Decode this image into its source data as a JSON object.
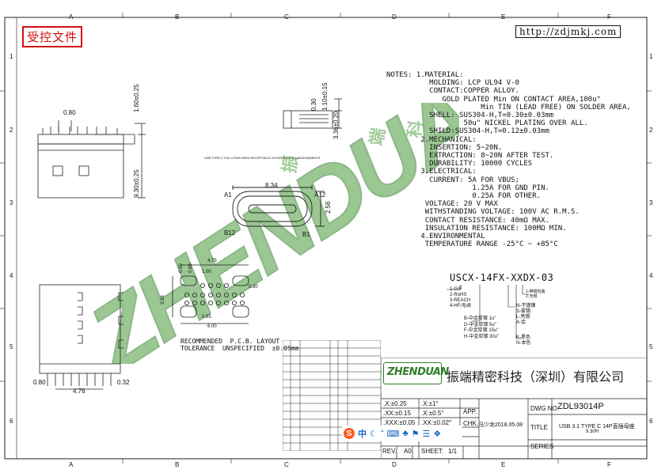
{
  "stamp": "受控文件",
  "url": "http://zdjmkj.com",
  "grid": {
    "cols": [
      "A",
      "B",
      "C",
      "D",
      "E",
      "F"
    ],
    "rows": [
      "1",
      "2",
      "3",
      "4",
      "5",
      "6"
    ]
  },
  "watermark": "ZHENDUAN",
  "spec_title": "USB TYPE-C FULL-FEATURED RECEPTACLE INTERFACE PIN ASSIGNMENTS",
  "notes": [
    "NOTES: 1.MATERIAL:",
    "          MOLDING: LCP UL94 V-0",
    "          CONTACT:COPPER ALLOY.",
    "             GOLD PLATED Min ON CONTACT AREA,100u\"",
    "                      Min TIN (LEAD FREE) ON SOLDER AREA,",
    "          SHELL: SUS304-H,T=0.30±0.03mm",
    "                  50u\" NICKEL PLATING OVER ALL.",
    "          SHILD:SUS304-H,T=0.12±0.03mm",
    "        2.MECHANICAL:",
    "          INSERTION: 5~20N.",
    "          EXTRACTION: 8~20N AFTER TEST.",
    "          DURABILITY: 10000 CYCLES",
    "        3.ELECTRICAL:",
    "          CURRENT: 5A FOR VBUS;",
    "                    1.25A FOR GND PIN.",
    "                    0.25A FOR OTHER.",
    "         VOLTAGE: 20 V MAX",
    "         WITHSTANDING VOLTAGE: 100V AC R.M.S.",
    "         CONTACT RESISTANCE: 40mΩ MAX.",
    "         INSULATION RESISTANCE: 100MΩ MIN.",
    "        4.ENVIRONMENTAL",
    "         TEMPERATURE RANGE -25°C ~ +85°C"
  ],
  "partcode": {
    "code": "USCX-14FX-XXDX-03",
    "options_left": [
      "1-G/F",
      "2-RoHS",
      "3-REACH",
      "4-HF/无卤"
    ],
    "options_right_top": [
      "1-带帽包装",
      "2-无帽"
    ],
    "options_mid": [
      "N-不镀镍",
      "S-雾锡",
      "L-亮锡",
      "A-金"
    ],
    "options_color": [
      "K-黑色",
      "N-本色"
    ],
    "plating": [
      "B-中金厚镀 1u\"",
      "D-中金厚镀 5u\"",
      "F-中金厚镀 15u\"",
      "H-中金厚镀 30u\""
    ]
  },
  "dims": {
    "top_w": "0.80",
    "top_h1": "1.60±0.25",
    "side_h": "9.30±0.25",
    "side_h2": "0.30",
    "side_h3": "1.10±0.15",
    "side_h4": "3.36±0.20",
    "face_w": "8.34",
    "face_h": "2.56",
    "pcb_w": "4.75",
    "pcb_1": "1.00",
    "pcb_2": "0.50",
    "pcb_3": "0.60",
    "pcb_4": "0.30",
    "pcb_5": "3.58",
    "pcb_6": "0.85",
    "pcb_7": "6.00",
    "bot_left": "0.80",
    "bot_w": "4.76",
    "bot_right": "0.32"
  },
  "pin_labels": {
    "a1": "A1",
    "a12": "A12",
    "b12": "B12",
    "b1": "B1"
  },
  "pcb_title": [
    "RECOMMENDED  P.C.B. LAYOUT",
    "TOLERANCE  UNSPECIFIED  ±0.05mm"
  ],
  "company": {
    "logo": "ZHENDUAN",
    "name": "振端精密科技（深圳）有限公司"
  },
  "titleblock": {
    "tol": [
      ".X:±0.25",
      ".XX:±0.15",
      ".XXX:±0.05"
    ],
    "ang": [
      ".X:±1°",
      ".X:±0.5°",
      ".XX:±0.02°"
    ],
    "app": "APP.",
    "chk": "CHK.",
    "dwg_label": "DWG NO.",
    "dwg_no": "ZDL93014P",
    "title_label": "TITLE",
    "title": "USB 3.1 TYPE C 14P直插母座",
    "title2": "9.30H",
    "series_label": "SERIES",
    "drawer": "冯少龙2018.05.08",
    "rev_label": "REV.",
    "rev": "A0",
    "sheet_label": "SHEET:",
    "sheet": "1/1"
  },
  "ime_bar": {
    "letter": "S",
    "items": [
      "中",
      "☾",
      "“",
      "⌨",
      "♣",
      "⚑",
      "☰",
      "❖"
    ]
  }
}
